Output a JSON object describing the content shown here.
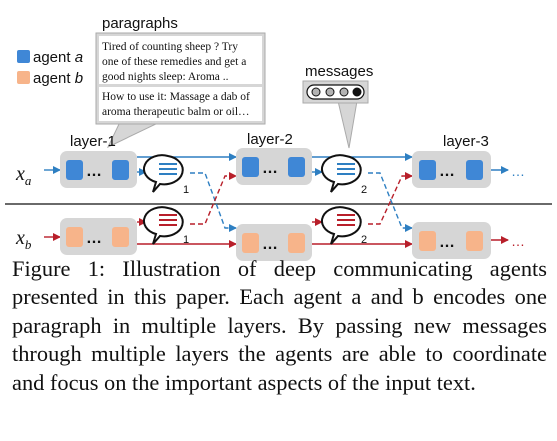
{
  "legend": {
    "agent_a": "agent a",
    "agent_b": "agent b",
    "agent_word": "agent",
    "a_letter": "a",
    "b_letter": "b"
  },
  "paragraphs": {
    "title": "paragraphs",
    "para1_lines": [
      "Tired of counting sheep ? Try",
      "one of these remedies and get a",
      "good nights sleep: Aroma .."
    ],
    "para2_lines": [
      "How to use it: Massage a dab of",
      "aroma therapeutic balm or oil…"
    ]
  },
  "messages_label": "messages",
  "layers": [
    "layer-1",
    "layer-2",
    "layer-3"
  ],
  "inputs": {
    "xa_base": "x",
    "xa_sub": "a",
    "xb_base": "x",
    "xb_sub": "b"
  },
  "message_indices": [
    "1",
    "2",
    "1",
    "2"
  ],
  "ellipsis": "…",
  "colors": {
    "agent_a_fill": "#3f87d6",
    "agent_b_fill": "#f7b48a",
    "arrow_blue": "#2e7fc2",
    "arrow_red": "#b81f2a",
    "layer_box": "#d6d6d6"
  },
  "caption": "Figure 1: Illustration of deep communicating agents presented in this paper. Each agent a and b encodes one paragraph in multiple layers. By passing new messages through multiple layers the agents are able to coordinate and focus on the important aspects of the input text."
}
